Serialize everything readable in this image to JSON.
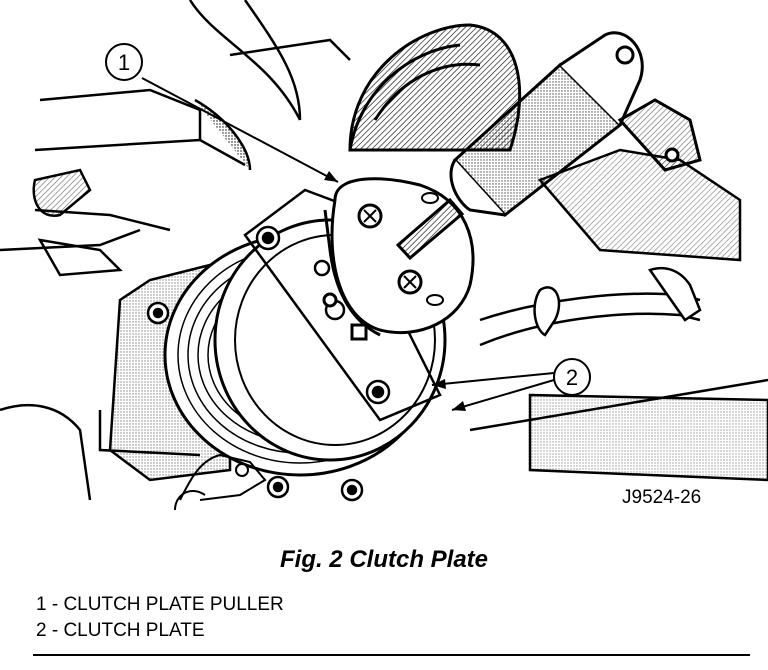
{
  "figure": {
    "code": "J9524-26",
    "callouts": [
      {
        "number": "1"
      },
      {
        "number": "2"
      }
    ]
  },
  "caption": "Fig. 2 Clutch Plate",
  "legend": {
    "items": [
      {
        "label": "1 - CLUTCH PLATE PULLER"
      },
      {
        "label": "2 - CLUTCH PLATE"
      }
    ]
  }
}
